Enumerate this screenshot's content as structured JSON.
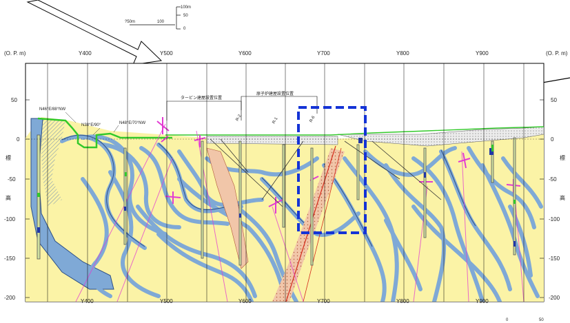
{
  "header": {
    "left_unit": "(O. P. m)",
    "right_unit": "(O. P. m)"
  },
  "x_axis_top": [
    "Y400",
    "Y500",
    "Y600",
    "Y700",
    "Y800",
    "Y900"
  ],
  "x_axis_bottom": [
    "Y400",
    "Y500",
    "Y600",
    "Y700",
    "Y800",
    "Y900"
  ],
  "elevation_ticks": [
    "50",
    "0",
    "-50",
    "-100",
    "-150",
    "-200"
  ],
  "vertical_label_chars": [
    "標",
    "高"
  ],
  "orientation_labels": [
    "N46°E/88°NW",
    "N38°E/90°",
    "N48°E/70°NW"
  ],
  "building_labels": [
    "タービン建屋設置位置",
    "原子炉建屋設置位置"
  ],
  "fault_labels": [
    "R-2",
    "R-1",
    "R-6"
  ],
  "inset_scale": {
    "top": "100m",
    "middle": "50",
    "bottom": "0",
    "left_a": "?50m",
    "left_b": "100"
  },
  "bottom_scale": {
    "start": "0",
    "end": "50"
  },
  "colors": {
    "background_rock": "#fbf3a6",
    "layer_blue": "#7fa9d6",
    "layer_dark": "#2c4f86",
    "fill_salmon": "#f1c6a9",
    "highlight_box": "#1433d6",
    "fault_magenta": "#e23bd2",
    "surface_green": "#32c92a",
    "fault_red": "#d42a1a"
  }
}
